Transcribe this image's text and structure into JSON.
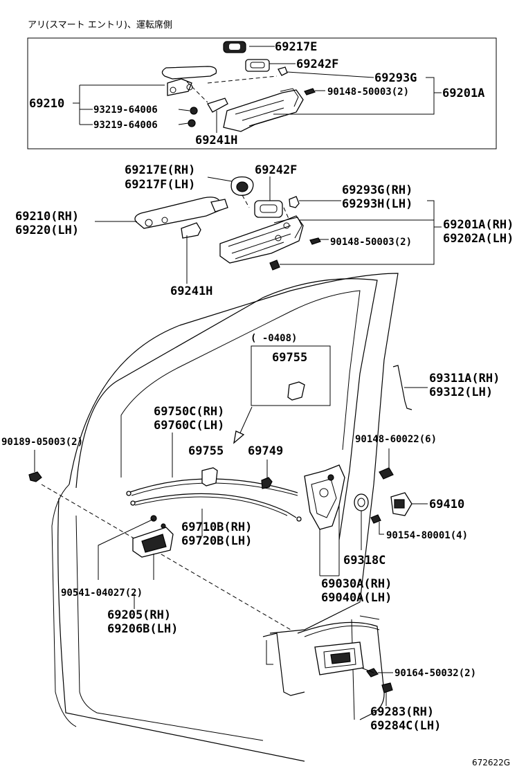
{
  "header": {
    "title": "アリ(スマート エントリ)、運転席側"
  },
  "catalog_id": "672622G",
  "inset": {
    "labels": {
      "p69217E": "69217E",
      "p69242F": "69242F",
      "p69293G": "69293G",
      "p90148": "90148-50003(2)",
      "p69201A": "69201A",
      "p69210": "69210",
      "p93219a": "93219-64006",
      "p93219b": "93219-64006",
      "p69241H": "69241H"
    }
  },
  "main": {
    "labels": {
      "l69217E_RH": "69217E(RH)",
      "l69217F_LH": "69217F(LH)",
      "l69242F": "69242F",
      "l69293G_RH": "69293G(RH)",
      "l69293H_LH": "69293H(LH)",
      "l69210_RH": "69210(RH)",
      "l69220_LH": "69220(LH)",
      "l69201A_RH": "69201A(RH)",
      "l69202A_LH": "69202A(LH)",
      "l90148_50003": "90148-50003(2)",
      "l69241H": "69241H",
      "date_range": "( -0408)",
      "l69755_box": "69755",
      "l69311A_RH": "69311A(RH)",
      "l69312_LH": "69312(LH)",
      "l69750C_RH": "69750C(RH)",
      "l69760C_LH": "69760C(LH)",
      "l90189": "90189-05003(2)",
      "l90148_60022": "90148-60022(6)",
      "l69755": "69755",
      "l69749": "69749",
      "l69410": "69410",
      "l69710B_RH": "69710B(RH)",
      "l69720B_LH": "69720B(LH)",
      "l90154": "90154-80001(4)",
      "l69318C": "69318C",
      "l90541": "90541-04027(2)",
      "l69030A_RH": "69030A(RH)",
      "l69040A_LH": "69040A(LH)",
      "l69205_RH": "69205(RH)",
      "l69206B_LH": "69206B(LH)",
      "l90164": "90164-50032(2)",
      "l69283_RH": "69283(RH)",
      "l69284C_LH": "69284C(LH)"
    }
  }
}
